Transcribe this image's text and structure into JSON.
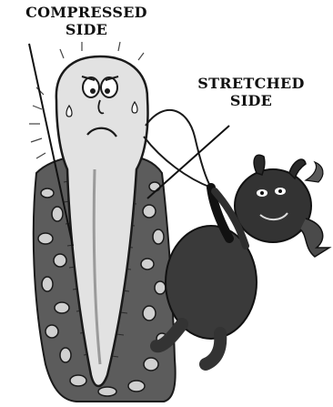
{
  "labels": {
    "compressed_line1": "COMPRESSED",
    "compressed_line2": "SIDE",
    "stretched_line1": "STRETCHED",
    "stretched_line2": "SIDE"
  },
  "illustration": {
    "subject": "tooth-in-bone-with-pulling-devil",
    "icons": [
      "tooth-icon",
      "bone-icon",
      "devil-icon",
      "rope-icon"
    ]
  },
  "colors": {
    "text": "#111111",
    "ink": "#1a1a1a",
    "tooth_fill": "#dcdcdc",
    "bone_fill": "#6e6e6e",
    "devil_fill": "#3a3a3a"
  }
}
